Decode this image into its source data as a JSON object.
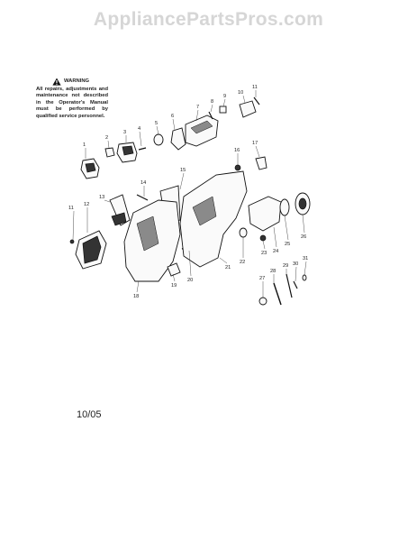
{
  "watermark": "AppliancePartsPros.com",
  "warning": {
    "heading": "WARNING",
    "text": "All repairs, adjustments and maintenance not described in the Operator's Manual must be performed by qualified service personnel."
  },
  "footer": {
    "code": "10/05"
  },
  "callouts": [
    "1",
    "2",
    "3",
    "4",
    "5",
    "6",
    "7",
    "8",
    "9",
    "10",
    "11",
    "11",
    "12",
    "13",
    "14",
    "15",
    "16",
    "17",
    "18",
    "19",
    "20",
    "21",
    "22",
    "23",
    "24",
    "25",
    "26",
    "27",
    "28",
    "29",
    "30",
    "31"
  ]
}
